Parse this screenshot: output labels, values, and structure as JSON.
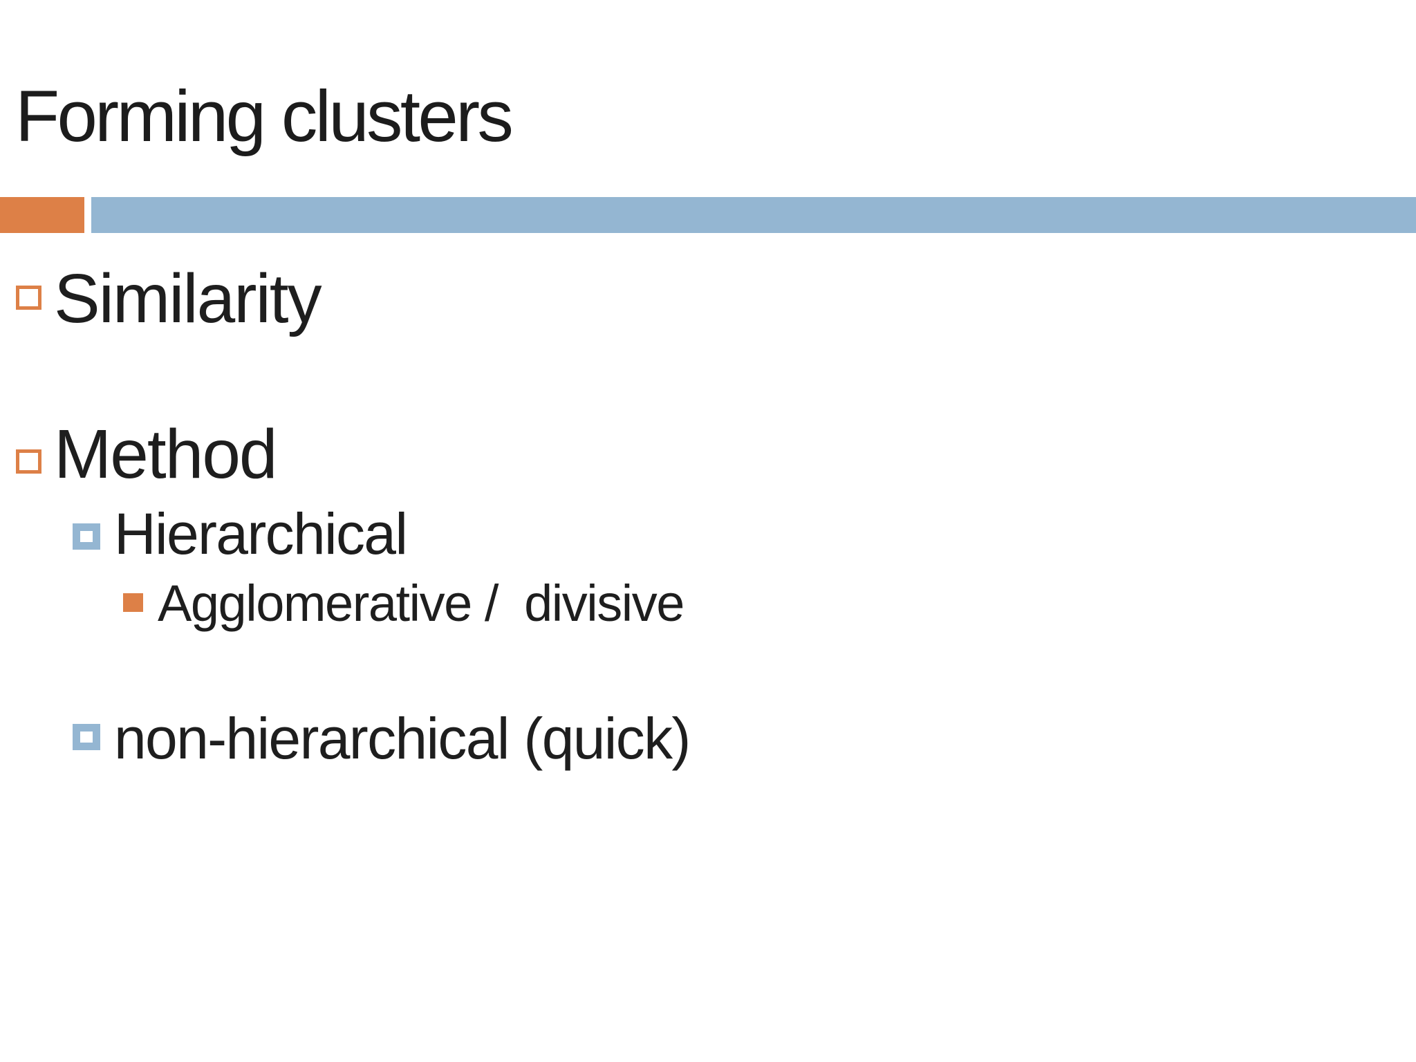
{
  "slide": {
    "title": "Forming clusters",
    "bullets": [
      {
        "level": 1,
        "marker": "orange-outline-square",
        "text": "Similarity"
      },
      {
        "level": 1,
        "marker": "orange-outline-square",
        "text": "Method"
      },
      {
        "level": 2,
        "marker": "blue-outline-square",
        "text": "Hierarchical"
      },
      {
        "level": 3,
        "marker": "orange-solid-square",
        "text": "Agglomerative /  divisive"
      },
      {
        "level": 2,
        "marker": "blue-outline-square",
        "text": "non-hierarchical (quick)"
      }
    ]
  },
  "colors": {
    "orange": "#DD8047",
    "blue": "#94B6D2",
    "text": "#1E1E1E",
    "background": "#FFFFFF"
  }
}
